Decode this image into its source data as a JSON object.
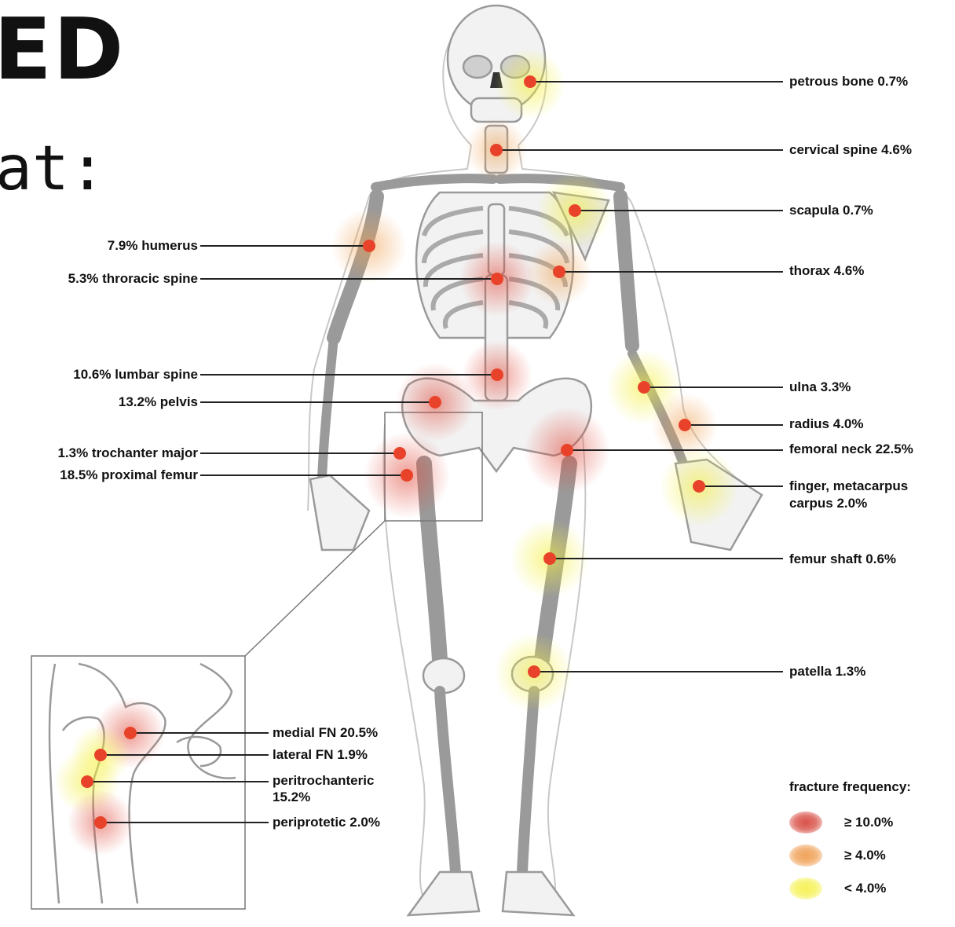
{
  "slide": {
    "title_fragment": "ED",
    "subtitle_fragment": "at:"
  },
  "labels": {
    "petrous": "petrous bone 0.7%",
    "cervical": "cervical spine 4.6%",
    "scapula": "scapula 0.7%",
    "thorax": "thorax 4.6%",
    "ulna": "ulna 3.3%",
    "radius": "radius 4.0%",
    "femoral_neck": "femoral neck 22.5%",
    "finger_line1": "finger, metacarpus",
    "finger_line2": "carpus 2.0%",
    "femur_shaft": "femur shaft 0.6%",
    "patella": "patella 1.3%",
    "humerus": "7.9% humerus",
    "thoracic_spine": "5.3% throracic spine",
    "lumbar_spine": "10.6% lumbar spine",
    "pelvis": "13.2% pelvis",
    "trochanter": "1.3% trochanter major",
    "proximal_femur": "18.5% proximal femur",
    "medial_fn": "medial FN 20.5%",
    "lateral_fn": "lateral FN 1.9%",
    "peritrochanteric_line1": "peritrochanteric",
    "peritrochanteric_line2": "15.2%",
    "periprotetic": "periprotetic 2.0%"
  },
  "legend": {
    "title": "fracture frequency:",
    "items": [
      {
        "label": "≥ 10.0%",
        "color": "#d9534a"
      },
      {
        "label": "≥ 4.0%",
        "color": "#f0a35a"
      },
      {
        "label": "< 4.0%",
        "color": "#f6f25a"
      }
    ]
  },
  "colors": {
    "marker": "#e8432a",
    "bone_outline": "#9a9a9a",
    "bone_fill": "#f2f2f2",
    "leader": "#222222"
  }
}
